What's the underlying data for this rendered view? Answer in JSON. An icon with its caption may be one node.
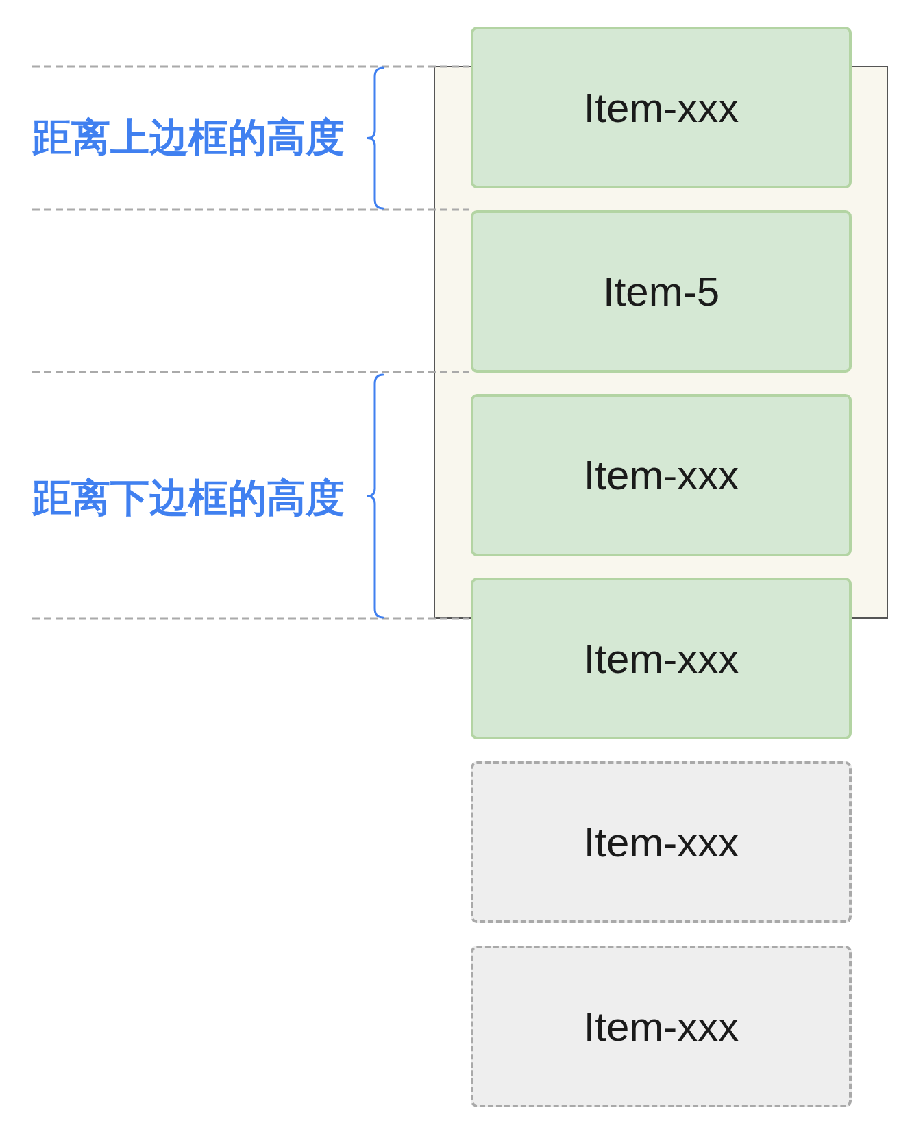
{
  "diagram": {
    "nodes": [
      {
        "text": [],
        "shape": "box"
      },
      {
        "text": [
          "Item-xxx"
        ]
      },
      {
        "text": [
          "Item-5"
        ],
        "in": 0
      },
      {
        "text": [
          "Item-xxx"
        ],
        "in": 0
      },
      {
        "text": [
          "Item-xxx"
        ]
      },
      {
        "text": [
          "Item-xxx"
        ]
      },
      {
        "text": [
          "Item-xxx"
        ]
      }
    ],
    "labels": [
      "距离上边框的高度",
      "距离下边框的高度"
    ]
  }
}
